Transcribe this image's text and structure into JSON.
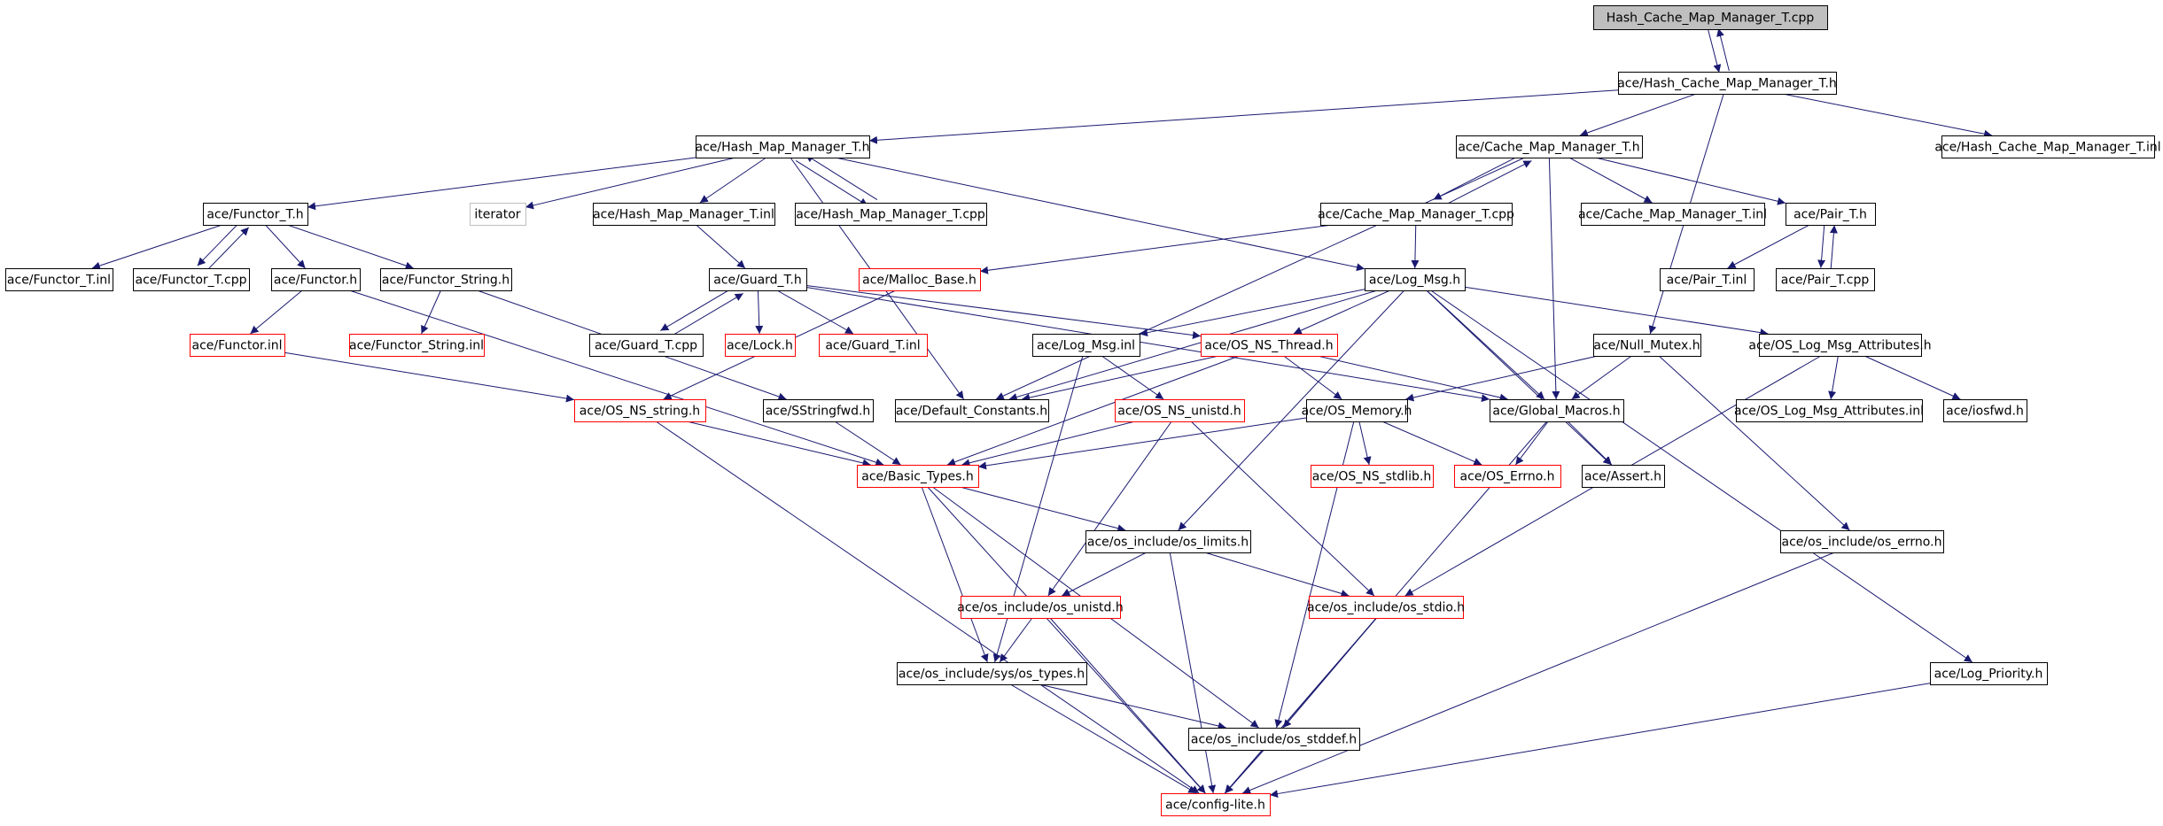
{
  "colors": {
    "edge": "#191970",
    "border_normal": "#000000",
    "border_truncated": "#ff0000",
    "border_undocumented": "#bfbfbf",
    "fill_root": "#bfbfbf",
    "fill_normal": "#ffffff",
    "text": "#000000"
  },
  "nodes": [
    {
      "id": "root",
      "label": "Hash_Cache_Map_Manager_T.cpp",
      "style": "root"
    },
    {
      "id": "hcmm_h",
      "label": "ace/Hash_Cache_Map_Manager_T.h",
      "style": "normal"
    },
    {
      "id": "hmm_h",
      "label": "ace/Hash_Map_Manager_T.h",
      "style": "normal"
    },
    {
      "id": "cmm_h",
      "label": "ace/Cache_Map_Manager_T.h",
      "style": "normal"
    },
    {
      "id": "hcmm_inl",
      "label": "ace/Hash_Cache_Map_Manager_T.inl",
      "style": "normal"
    },
    {
      "id": "functor_t_h",
      "label": "ace/Functor_T.h",
      "style": "normal"
    },
    {
      "id": "iterator",
      "label": "iterator",
      "style": "undocumented"
    },
    {
      "id": "hmm_inl",
      "label": "ace/Hash_Map_Manager_T.inl",
      "style": "normal"
    },
    {
      "id": "hmm_cpp",
      "label": "ace/Hash_Map_Manager_T.cpp",
      "style": "normal"
    },
    {
      "id": "cmm_cpp",
      "label": "ace/Cache_Map_Manager_T.cpp",
      "style": "normal"
    },
    {
      "id": "cmm_inl",
      "label": "ace/Cache_Map_Manager_T.inl",
      "style": "normal"
    },
    {
      "id": "pair_h",
      "label": "ace/Pair_T.h",
      "style": "normal"
    },
    {
      "id": "functor_t_inl",
      "label": "ace/Functor_T.inl",
      "style": "normal"
    },
    {
      "id": "functor_t_cpp",
      "label": "ace/Functor_T.cpp",
      "style": "normal"
    },
    {
      "id": "functor_h",
      "label": "ace/Functor.h",
      "style": "normal"
    },
    {
      "id": "functor_string_h",
      "label": "ace/Functor_String.h",
      "style": "normal"
    },
    {
      "id": "guard_h",
      "label": "ace/Guard_T.h",
      "style": "normal"
    },
    {
      "id": "malloc_base",
      "label": "ace/Malloc_Base.h",
      "style": "truncated"
    },
    {
      "id": "log_msg_h",
      "label": "ace/Log_Msg.h",
      "style": "normal"
    },
    {
      "id": "pair_inl",
      "label": "ace/Pair_T.inl",
      "style": "normal"
    },
    {
      "id": "pair_cpp",
      "label": "ace/Pair_T.cpp",
      "style": "normal"
    },
    {
      "id": "functor_inl",
      "label": "ace/Functor.inl",
      "style": "truncated"
    },
    {
      "id": "functor_string_inl",
      "label": "ace/Functor_String.inl",
      "style": "truncated"
    },
    {
      "id": "guard_cpp",
      "label": "ace/Guard_T.cpp",
      "style": "normal"
    },
    {
      "id": "lock_h",
      "label": "ace/Lock.h",
      "style": "truncated"
    },
    {
      "id": "guard_inl",
      "label": "ace/Guard_T.inl",
      "style": "truncated"
    },
    {
      "id": "log_msg_inl",
      "label": "ace/Log_Msg.inl",
      "style": "normal"
    },
    {
      "id": "os_ns_thread",
      "label": "ace/OS_NS_Thread.h",
      "style": "truncated"
    },
    {
      "id": "null_mutex",
      "label": "ace/Null_Mutex.h",
      "style": "normal"
    },
    {
      "id": "os_log_msg_attr",
      "label": "ace/OS_Log_Msg_Attributes.h",
      "style": "normal"
    },
    {
      "id": "os_ns_string",
      "label": "ace/OS_NS_string.h",
      "style": "truncated"
    },
    {
      "id": "sstringfwd",
      "label": "ace/SStringfwd.h",
      "style": "normal"
    },
    {
      "id": "default_constants",
      "label": "ace/Default_Constants.h",
      "style": "normal"
    },
    {
      "id": "os_ns_unistd",
      "label": "ace/OS_NS_unistd.h",
      "style": "truncated"
    },
    {
      "id": "os_memory",
      "label": "ace/OS_Memory.h",
      "style": "normal"
    },
    {
      "id": "global_macros",
      "label": "ace/Global_Macros.h",
      "style": "normal"
    },
    {
      "id": "os_log_msg_attr_inl",
      "label": "ace/OS_Log_Msg_Attributes.inl",
      "style": "normal"
    },
    {
      "id": "iosfwd",
      "label": "ace/iosfwd.h",
      "style": "normal"
    },
    {
      "id": "basic_types",
      "label": "ace/Basic_Types.h",
      "style": "truncated"
    },
    {
      "id": "os_ns_stdlib",
      "label": "ace/OS_NS_stdlib.h",
      "style": "truncated"
    },
    {
      "id": "os_errno_h",
      "label": "ace/OS_Errno.h",
      "style": "truncated"
    },
    {
      "id": "assert_h",
      "label": "ace/Assert.h",
      "style": "normal"
    },
    {
      "id": "os_limits",
      "label": "ace/os_include/os_limits.h",
      "style": "normal"
    },
    {
      "id": "os_errno_inc",
      "label": "ace/os_include/os_errno.h",
      "style": "normal"
    },
    {
      "id": "os_unistd_inc",
      "label": "ace/os_include/os_unistd.h",
      "style": "truncated"
    },
    {
      "id": "os_stdio",
      "label": "ace/os_include/os_stdio.h",
      "style": "truncated"
    },
    {
      "id": "os_types",
      "label": "ace/os_include/sys/os_types.h",
      "style": "normal"
    },
    {
      "id": "log_priority",
      "label": "ace/Log_Priority.h",
      "style": "normal"
    },
    {
      "id": "os_stddef",
      "label": "ace/os_include/os_stddef.h",
      "style": "normal"
    },
    {
      "id": "config_lite",
      "label": "ace/config-lite.h",
      "style": "truncated"
    }
  ],
  "edges": [
    [
      "root",
      "hcmm_h"
    ],
    [
      "hcmm_h",
      "root"
    ],
    [
      "hcmm_h",
      "hmm_h"
    ],
    [
      "hcmm_h",
      "cmm_h"
    ],
    [
      "hcmm_h",
      "hcmm_inl"
    ],
    [
      "hcmm_h",
      "null_mutex"
    ],
    [
      "hmm_h",
      "functor_t_h"
    ],
    [
      "hmm_h",
      "iterator"
    ],
    [
      "hmm_h",
      "hmm_inl"
    ],
    [
      "hmm_h",
      "hmm_cpp"
    ],
    [
      "hmm_cpp",
      "hmm_h"
    ],
    [
      "hmm_h",
      "log_msg_h"
    ],
    [
      "hmm_h",
      "default_constants"
    ],
    [
      "cmm_h",
      "cmm_cpp"
    ],
    [
      "cmm_cpp",
      "cmm_h"
    ],
    [
      "cmm_h",
      "cmm_inl"
    ],
    [
      "cmm_h",
      "pair_h"
    ],
    [
      "cmm_h",
      "global_macros"
    ],
    [
      "cmm_h",
      "default_constants"
    ],
    [
      "cmm_cpp",
      "log_msg_h"
    ],
    [
      "cmm_cpp",
      "malloc_base"
    ],
    [
      "functor_t_h",
      "functor_t_inl"
    ],
    [
      "functor_t_h",
      "functor_t_cpp"
    ],
    [
      "functor_t_cpp",
      "functor_t_h"
    ],
    [
      "functor_t_h",
      "functor_h"
    ],
    [
      "functor_t_h",
      "functor_string_h"
    ],
    [
      "functor_h",
      "functor_inl"
    ],
    [
      "functor_h",
      "basic_types"
    ],
    [
      "functor_inl",
      "os_ns_string"
    ],
    [
      "functor_string_h",
      "functor_string_inl"
    ],
    [
      "functor_string_h",
      "sstringfwd"
    ],
    [
      "hmm_inl",
      "guard_h"
    ],
    [
      "malloc_base",
      "os_ns_string"
    ],
    [
      "guard_h",
      "guard_cpp"
    ],
    [
      "guard_cpp",
      "guard_h"
    ],
    [
      "guard_h",
      "lock_h"
    ],
    [
      "guard_h",
      "guard_inl"
    ],
    [
      "guard_h",
      "os_ns_thread"
    ],
    [
      "guard_h",
      "global_macros"
    ],
    [
      "pair_h",
      "pair_inl"
    ],
    [
      "pair_h",
      "pair_cpp"
    ],
    [
      "pair_cpp",
      "pair_h"
    ],
    [
      "log_msg_h",
      "log_msg_inl"
    ],
    [
      "log_msg_h",
      "os_ns_thread"
    ],
    [
      "log_msg_h",
      "global_macros"
    ],
    [
      "log_msg_h",
      "os_log_msg_attr"
    ],
    [
      "log_msg_h",
      "default_constants"
    ],
    [
      "log_msg_h",
      "log_priority"
    ],
    [
      "log_msg_h",
      "assert_h"
    ],
    [
      "log_msg_h",
      "os_limits"
    ],
    [
      "log_msg_inl",
      "os_ns_unistd"
    ],
    [
      "log_msg_inl",
      "os_types"
    ],
    [
      "os_ns_thread",
      "os_memory"
    ],
    [
      "os_ns_thread",
      "basic_types"
    ],
    [
      "os_ns_thread",
      "global_macros"
    ],
    [
      "os_ns_thread",
      "default_constants"
    ],
    [
      "null_mutex",
      "global_macros"
    ],
    [
      "null_mutex",
      "os_memory"
    ],
    [
      "null_mutex",
      "os_errno_inc"
    ],
    [
      "os_log_msg_attr",
      "os_log_msg_attr_inl"
    ],
    [
      "os_log_msg_attr",
      "iosfwd"
    ],
    [
      "os_log_msg_attr",
      "os_stdio"
    ],
    [
      "os_ns_string",
      "basic_types"
    ],
    [
      "os_ns_string",
      "config_lite"
    ],
    [
      "sstringfwd",
      "basic_types"
    ],
    [
      "os_ns_unistd",
      "basic_types"
    ],
    [
      "os_ns_unistd",
      "os_unistd_inc"
    ],
    [
      "os_ns_unistd",
      "os_stdio"
    ],
    [
      "os_memory",
      "basic_types"
    ],
    [
      "os_memory",
      "os_ns_stdlib"
    ],
    [
      "os_memory",
      "os_errno_h"
    ],
    [
      "os_memory",
      "os_stddef"
    ],
    [
      "global_macros",
      "os_errno_h"
    ],
    [
      "global_macros",
      "assert_h"
    ],
    [
      "global_macros",
      "config_lite"
    ],
    [
      "basic_types",
      "os_limits"
    ],
    [
      "basic_types",
      "os_types"
    ],
    [
      "basic_types",
      "os_stddef"
    ],
    [
      "basic_types",
      "config_lite"
    ],
    [
      "os_limits",
      "os_unistd_inc"
    ],
    [
      "os_limits",
      "os_stdio"
    ],
    [
      "os_limits",
      "config_lite"
    ],
    [
      "os_errno_inc",
      "config_lite"
    ],
    [
      "os_unistd_inc",
      "os_types"
    ],
    [
      "os_unistd_inc",
      "config_lite"
    ],
    [
      "os_stdio",
      "os_stddef"
    ],
    [
      "os_stdio",
      "config_lite"
    ],
    [
      "os_types",
      "os_stddef"
    ],
    [
      "os_types",
      "config_lite"
    ],
    [
      "log_priority",
      "config_lite"
    ],
    [
      "os_stddef",
      "config_lite"
    ]
  ]
}
